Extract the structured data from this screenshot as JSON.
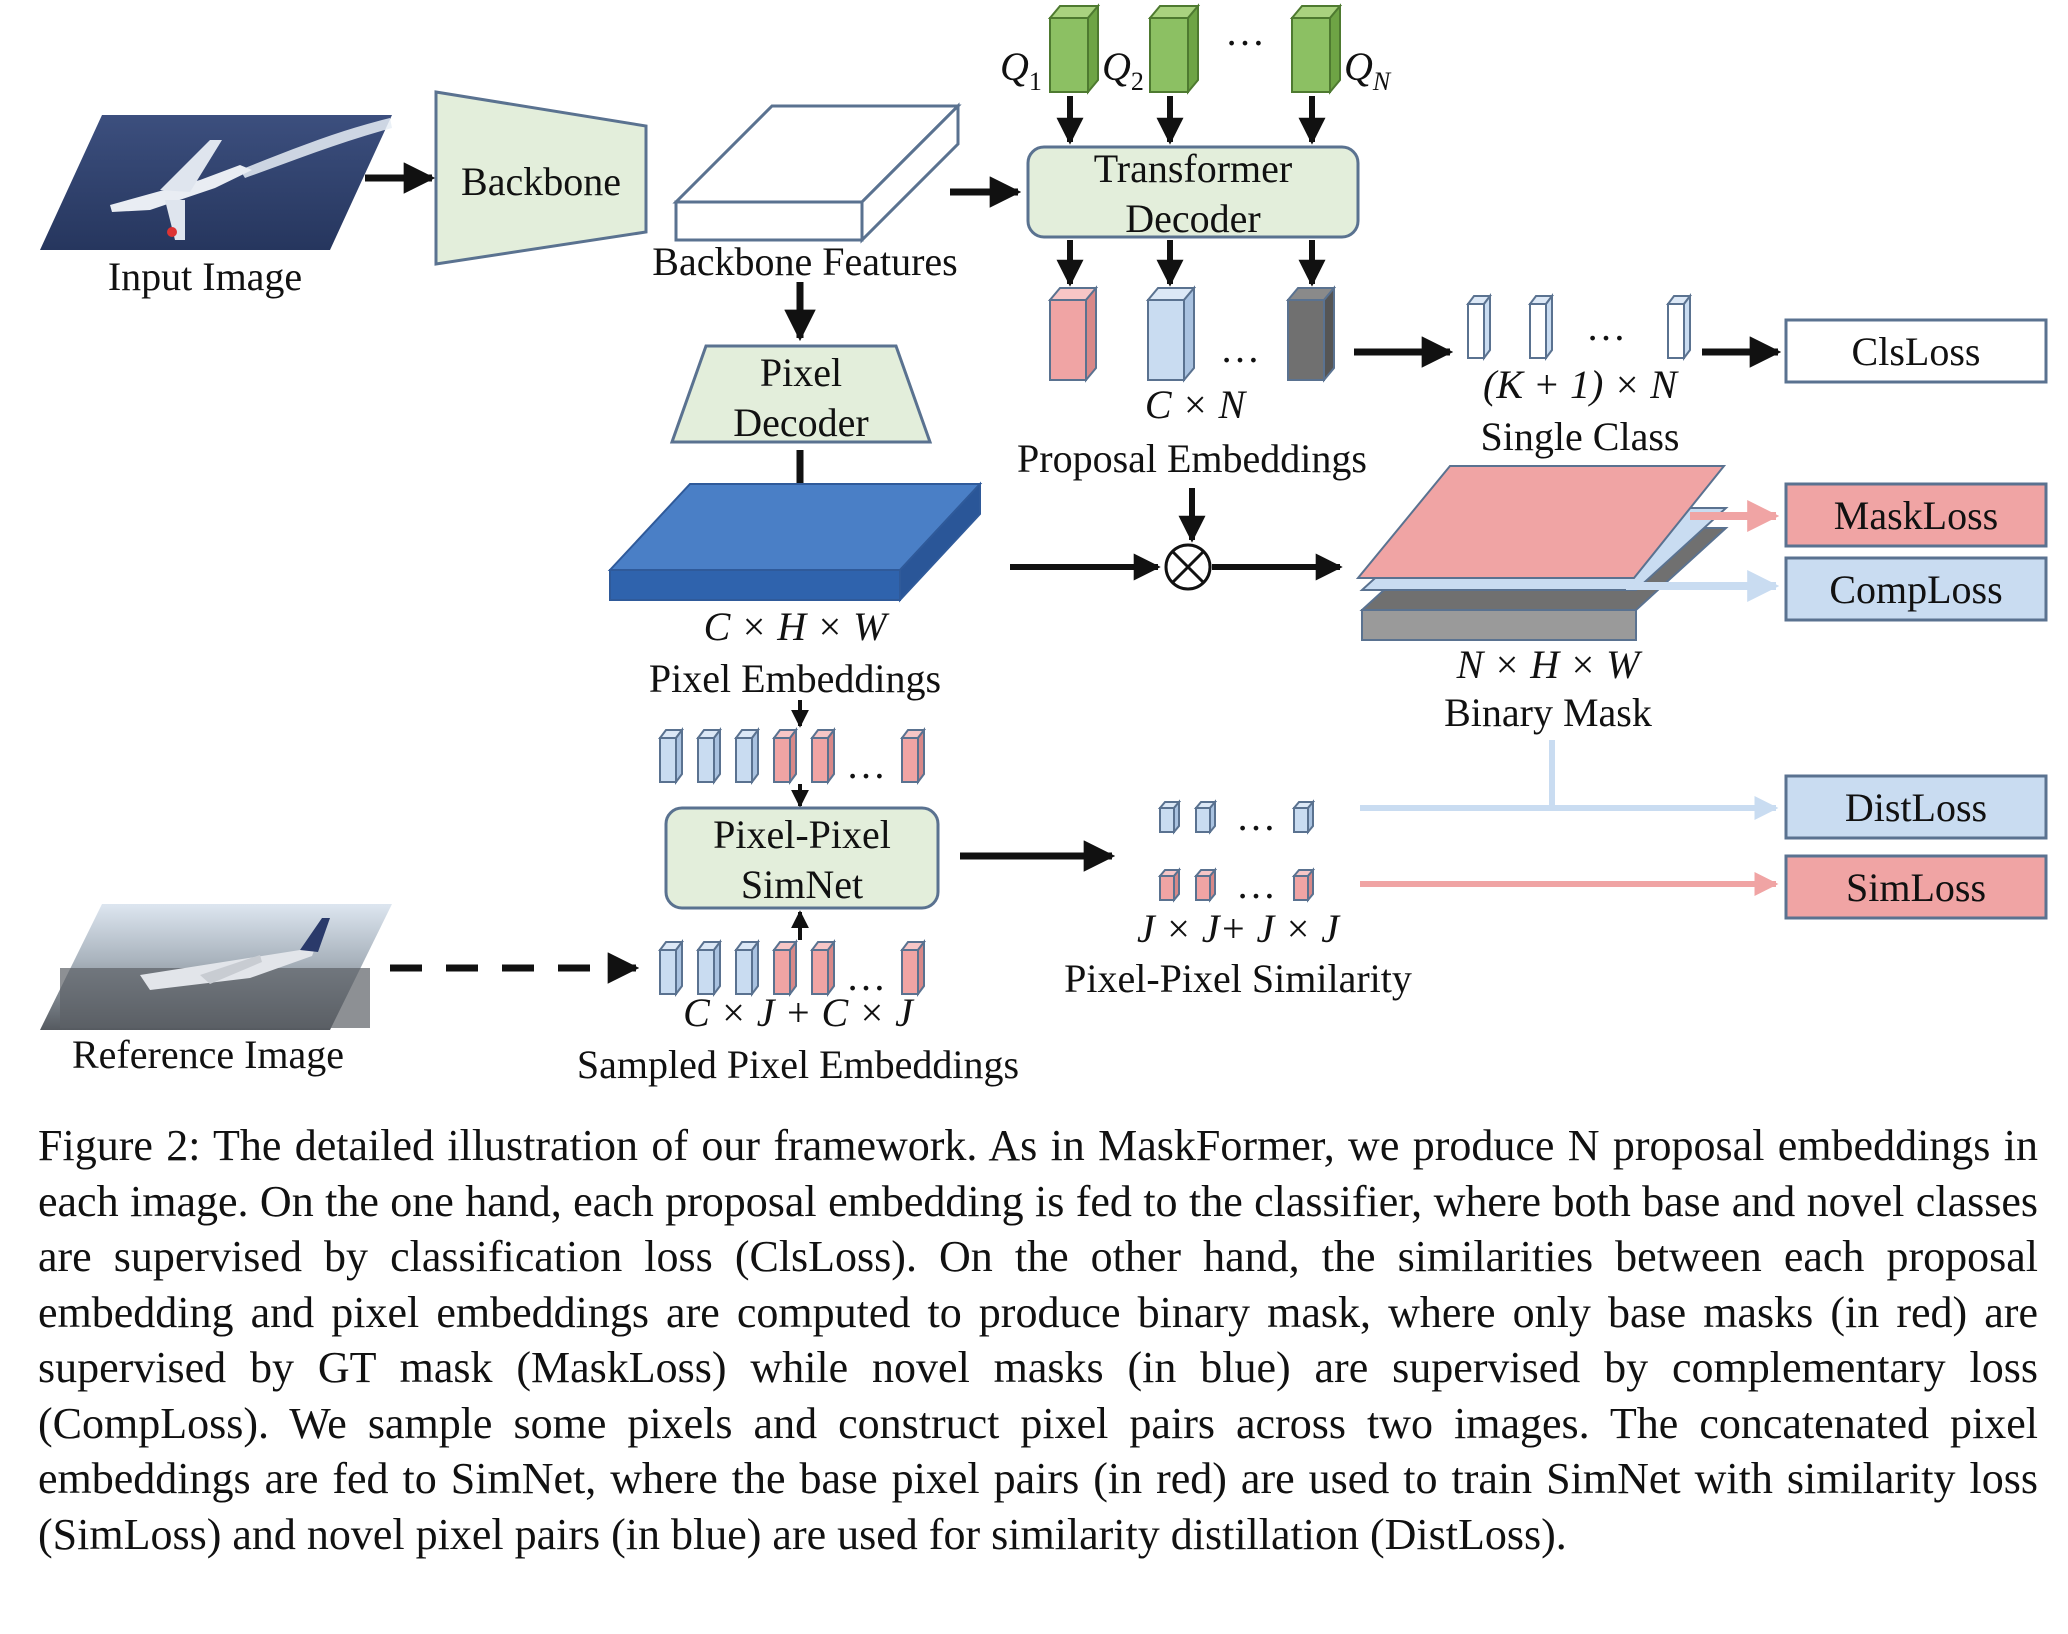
{
  "figure": {
    "input_image_label": "Input Image",
    "backbone_label": "Backbone",
    "backbone_features_label": "Backbone Features",
    "queries": [
      "Q",
      "Q",
      "Q"
    ],
    "query_subscripts": [
      "1",
      "2",
      "N"
    ],
    "query_ellipsis": "…",
    "transformer_decoder_line1": "Transformer",
    "transformer_decoder_line2": "Decoder",
    "pixel_decoder_line1": "Pixel",
    "pixel_decoder_line2": "Decoder",
    "proposal_dims": "C × N",
    "proposal_label": "Proposal Embeddings",
    "class_dims": "(K + 1) × N",
    "single_class_label": "Single Class",
    "pixel_emb_dims": "C × H × W",
    "pixel_emb_label": "Pixel Embeddings",
    "binary_mask_dims": "N × H × W",
    "binary_mask_label": "Binary Mask",
    "simnet_line1": "Pixel-Pixel",
    "simnet_line2": "SimNet",
    "similarity_dims": "J × J+ J × J",
    "similarity_label": "Pixel-Pixel Similarity",
    "reference_image_label": "Reference Image",
    "sampled_dims": "C × J + C × J",
    "sampled_label": "Sampled Pixel Embeddings",
    "ellipsis": "…",
    "losses": {
      "cls": "ClsLoss",
      "mask": "MaskLoss",
      "comp": "CompLoss",
      "dist": "DistLoss",
      "sim": "SimLoss"
    },
    "colors": {
      "green_box": "#e3eedb",
      "green_query": "#8cc063",
      "red": "#f0a4a4",
      "blue_light": "#c9dcf1",
      "blue_dark": "#4a7fc6",
      "gray": "#707070"
    }
  },
  "caption": "Figure 2: The detailed illustration of our framework. As in MaskFormer, we produce N proposal embeddings in each image. On the one hand, each proposal embedding is fed to the classifier, where both base and novel classes are supervised by classification loss (ClsLoss). On the other hand, the similarities between each proposal embedding and pixel embeddings are computed to produce binary mask, where only base masks (in red) are supervised by GT mask (MaskLoss) while novel masks (in blue) are supervised by complementary loss (CompLoss). We sample some pixels and construct pixel pairs across two images. The concatenated pixel embeddings are fed to SimNet, where the base pixel pairs (in red) are used to train SimNet with similarity loss (SimLoss) and novel pixel pairs (in blue) are used for similarity distillation (DistLoss)."
}
